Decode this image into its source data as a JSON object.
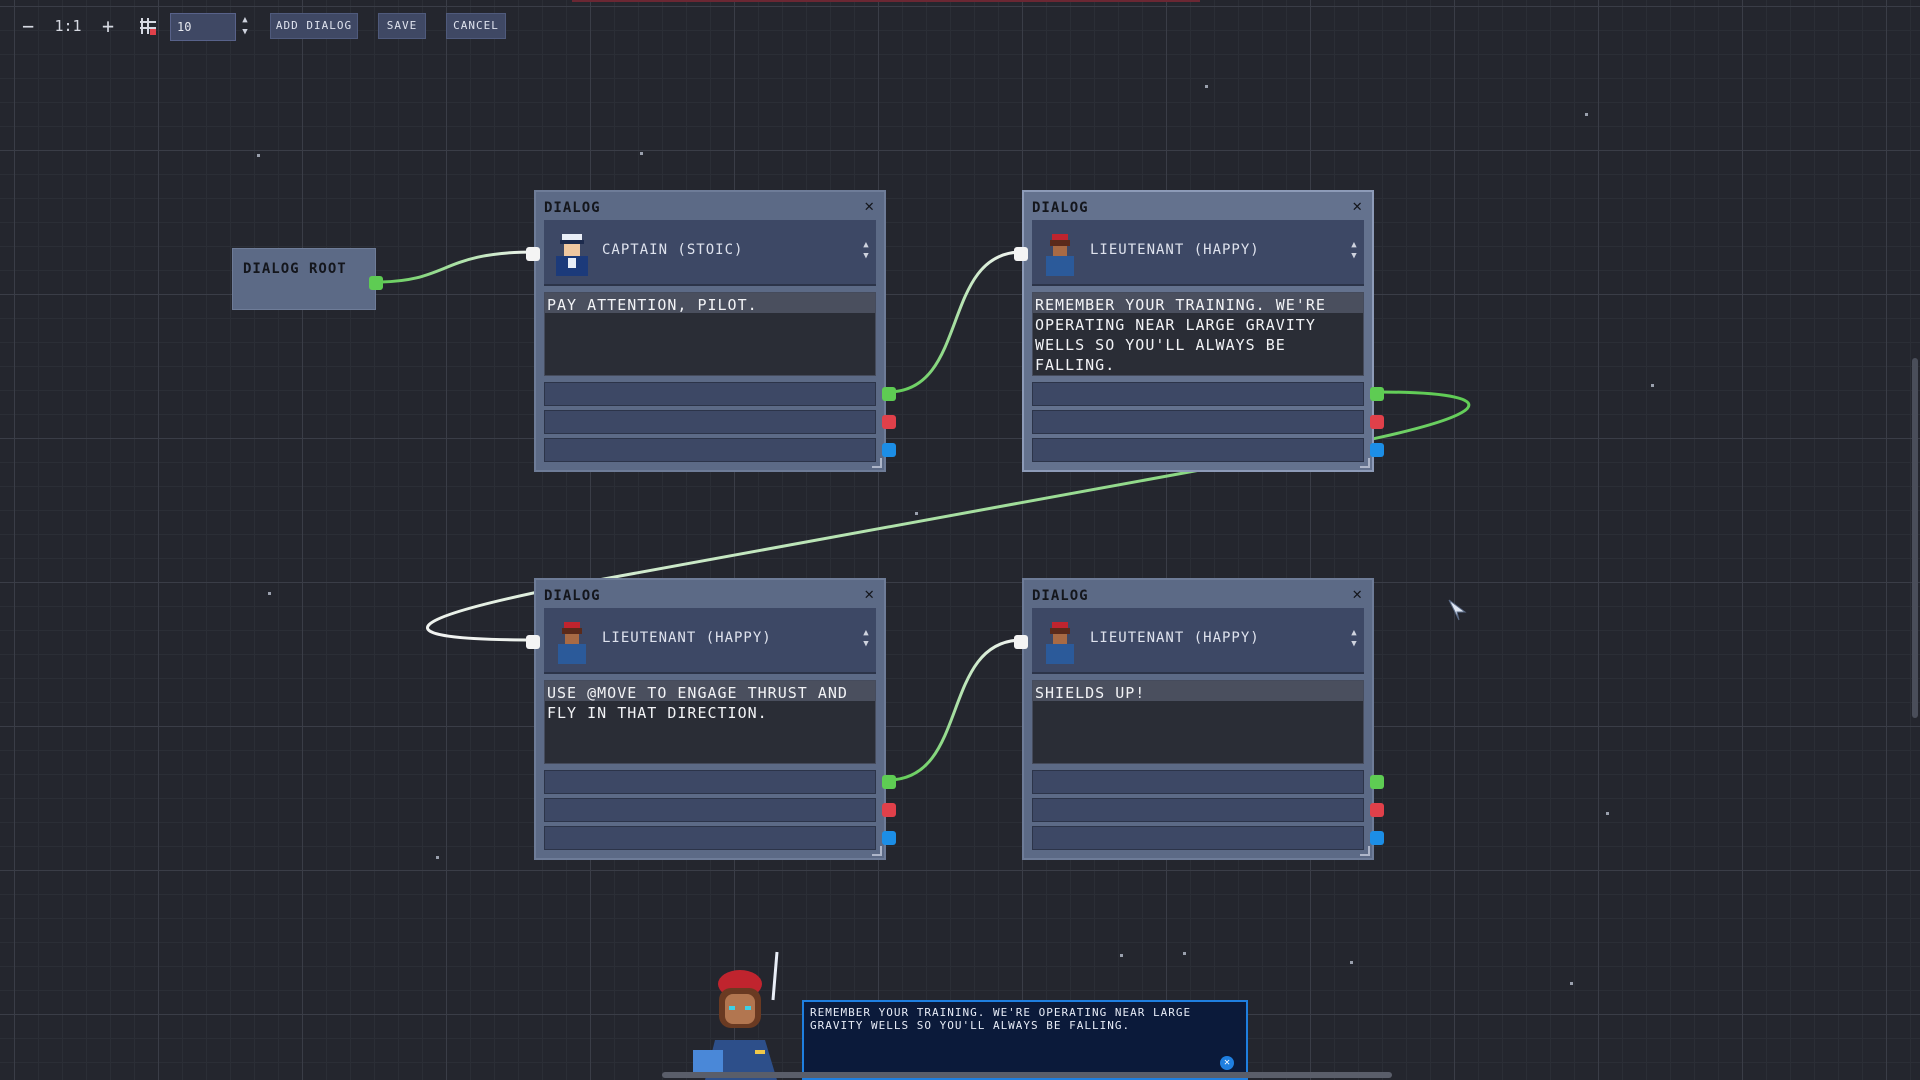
{
  "toolbar": {
    "zoom_out_icon": "minus-icon",
    "zoom_reset_label": "1:1",
    "zoom_in_icon": "plus-icon",
    "snap_icon": "grid-snap-icon",
    "snap_value": "10",
    "add_dialog_label": "ADD DIALOG",
    "save_label": "SAVE",
    "cancel_label": "CANCEL"
  },
  "graph": {
    "root": {
      "label": "DIALOG ROOT"
    },
    "nodes": [
      {
        "title": "DIALOG",
        "character": "CAPTAIN (STOIC)",
        "text": "PAY ATTENTION, PILOT.",
        "close_icon": "close-icon"
      },
      {
        "title": "DIALOG",
        "character": "LIEUTENANT (HAPPY)",
        "text": "REMEMBER YOUR TRAINING. WE'RE OPERATING NEAR LARGE GRAVITY WELLS SO YOU'LL ALWAYS BE FALLING.",
        "close_icon": "close-icon"
      },
      {
        "title": "DIALOG",
        "character": "LIEUTENANT (HAPPY)",
        "text": "USE @MOVE TO ENGAGE THRUST AND FLY IN THAT DIRECTION.",
        "close_icon": "close-icon"
      },
      {
        "title": "DIALOG",
        "character": "LIEUTENANT (HAPPY)",
        "text": "SHIELDS UP!",
        "close_icon": "close-icon"
      }
    ]
  },
  "preview": {
    "text": "REMEMBER YOUR TRAINING. WE'RE OPERATING NEAR LARGE GRAVITY WELLS SO YOU'LL ALWAYS BE FALLING."
  },
  "colors": {
    "port_green": "#5ecc53",
    "port_red": "#e0404a",
    "port_blue": "#1c8ee6",
    "connection_line": "#8ed86a",
    "panel": "#5c6a86",
    "field": "#3d4865"
  }
}
